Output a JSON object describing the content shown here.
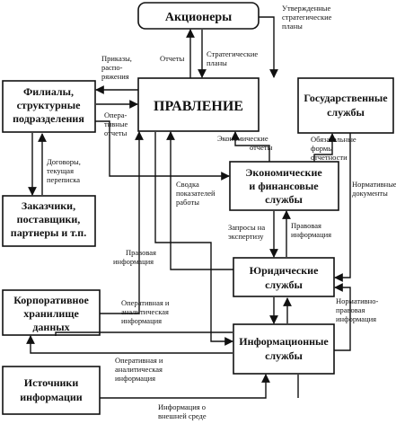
{
  "nodes": {
    "shareholders": "Акционеры",
    "board": "ПРАВЛЕНИЕ",
    "branches_1": "Филиалы,",
    "branches_2": "структурные",
    "branches_3": "подразделения",
    "gov_1": "Государственные",
    "gov_2": "службы",
    "econ_1": "Экономические",
    "econ_2": "и финансовые",
    "econ_3": "службы",
    "clients_1": "Заказчики,",
    "clients_2": "поставщики,",
    "clients_3": "партнеры и т.п.",
    "legal_1": "Юридические",
    "legal_2": "службы",
    "storage_1": "Корпоративное",
    "storage_2": "хранилище",
    "storage_3": "данных",
    "info_1": "Информационные",
    "info_2": "службы",
    "sources_1": "Источники",
    "sources_2": "информации"
  },
  "labels": {
    "approved_1": "Утвержденные",
    "approved_2": "стратегические",
    "approved_3": "планы",
    "reports": "Отчеты",
    "strategic_1": "Стратегические",
    "strategic_2": "планы",
    "orders_1": "Приказы,",
    "orders_2": "распо-",
    "orders_3": "ряжения",
    "oper_1": "Опера-",
    "oper_2": "тивные",
    "oper_3": "отчеты",
    "econ_rep_1": "Экономические",
    "econ_rep_2": "отчеты",
    "mandatory_1": "Обязательные",
    "mandatory_2": "формы",
    "mandatory_3": "отчетности",
    "contracts_1": "Договоры,",
    "contracts_2": "текущая",
    "contracts_3": "переписка",
    "summary_1": "Сводка",
    "summary_2": "показателей",
    "summary_3": "работы",
    "normative_1": "Нормативные",
    "normative_2": "документы",
    "requests_1": "Запросы на",
    "requests_2": "экспертизу",
    "legal_info_1": "Правовая",
    "legal_info_2": "информация",
    "legal_info_left_1": "Правовая",
    "legal_info_left_2": "информация",
    "oa_1": "Оперативная и",
    "oa_2": "аналитическая",
    "oa_3": "информация",
    "norm_legal_1": "Нормативно-",
    "norm_legal_2": "правовая",
    "norm_legal_3": "информация",
    "oa_low_1": "Оперативная и",
    "oa_low_2": "аналитическая",
    "oa_low_3": "информация",
    "external_1": "Информация о",
    "external_2": "внешней среде"
  }
}
